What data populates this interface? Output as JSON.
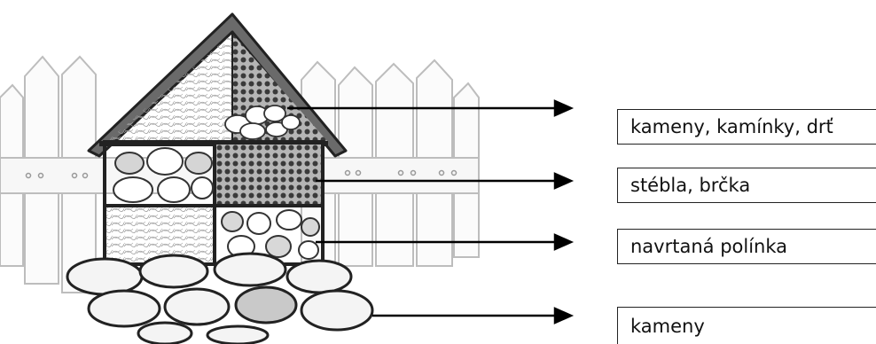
{
  "labels": [
    "kameny, kamínky, drť",
    "stébla, brčka",
    "navrtaná polínka",
    "kameny"
  ],
  "colors": {
    "ink": "#222222",
    "pencil": "#888888",
    "light_pencil": "#bbbbbb"
  }
}
